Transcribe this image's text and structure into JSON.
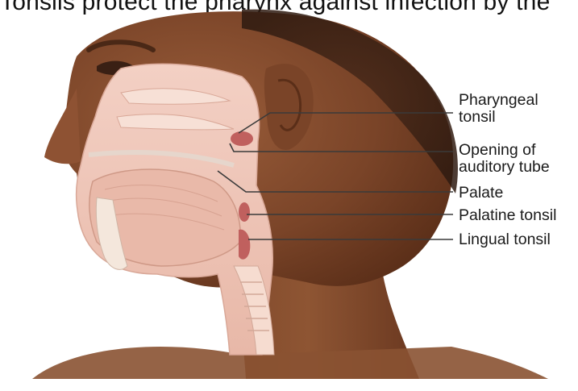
{
  "header": {
    "partial_text": "Tonsils protect the pharynx against infection by the"
  },
  "labels": {
    "pharyngeal_tonsil": [
      "Pharyngeal",
      "tonsil"
    ],
    "auditory_tube": [
      "Opening of",
      "auditory tube"
    ],
    "palate": "Palate",
    "palatine_tonsil": "Palatine tonsil",
    "lingual_tonsil": "Lingual tonsil"
  },
  "colors": {
    "skin_dark": "#6b3a22",
    "skin_mid": "#8a5232",
    "tissue_pink": "#eec5b8",
    "tissue_light": "#f5dcd0",
    "tonsil": "#c0605e",
    "leader_line": "#3a3a3a"
  }
}
